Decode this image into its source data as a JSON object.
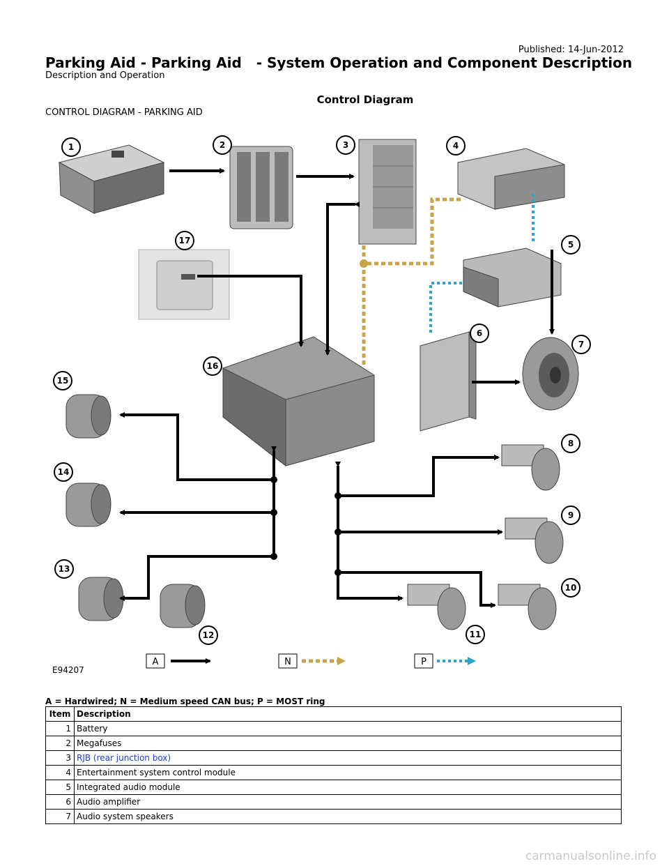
{
  "header": {
    "published": "Published: 14-Jun-2012",
    "title": "Parking Aid - Parking Aid   - System Operation and Component Description",
    "subtitle": "Description and Operation"
  },
  "section_heading": "Control Diagram",
  "diagram": {
    "label": "CONTROL DIAGRAM - PARKING AID",
    "figure_id": "E94207",
    "callouts": [
      "1",
      "2",
      "3",
      "4",
      "5",
      "6",
      "7",
      "8",
      "9",
      "10",
      "11",
      "12",
      "13",
      "14",
      "15",
      "16",
      "17"
    ],
    "legend_keys": [
      "A",
      "N",
      "P"
    ],
    "colors": {
      "hardwired": "#000000",
      "can_bus": "#c9a24a",
      "most_ring": "#2aa7c4"
    }
  },
  "legend_text": "A = Hardwired; N = Medium speed CAN bus; P = MOST ring",
  "table": {
    "headers": [
      "Item",
      "Description"
    ],
    "rows": [
      {
        "item": "1",
        "description": "Battery"
      },
      {
        "item": "2",
        "description": "Megafuses"
      },
      {
        "item": "3",
        "description": "RJB (rear junction box)"
      },
      {
        "item": "4",
        "description": "Entertainment system control module"
      },
      {
        "item": "5",
        "description": "Integrated audio module"
      },
      {
        "item": "6",
        "description": "Audio amplifier"
      },
      {
        "item": "7",
        "description": "Audio system speakers"
      }
    ]
  },
  "watermark": "carmanualsonline.info"
}
